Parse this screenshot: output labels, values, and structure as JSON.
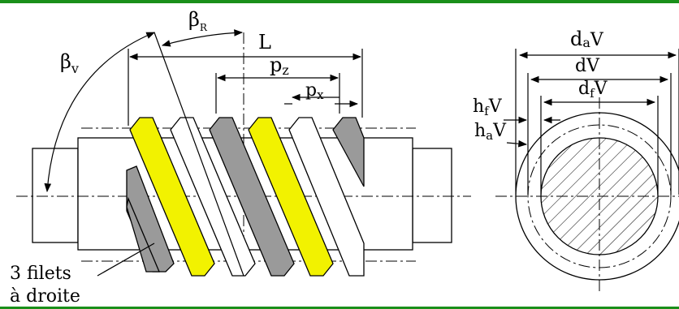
{
  "labels": {
    "beta_v": "β",
    "beta_v_sub": "v",
    "beta_r": "β",
    "beta_r_sub": "R",
    "L": "L",
    "pz": "p",
    "pz_sub": "z",
    "px": "p",
    "px_sub": "x",
    "caption_line1": "3 filets",
    "caption_line2": "à droite",
    "dav_d": "d",
    "dav_sub": "a",
    "dav_v": "V",
    "dv": "dV",
    "dfv_d": "d",
    "dfv_sub": "f",
    "dfv_v": "V",
    "hfv_h": "h",
    "hfv_sub": "f",
    "hfv_v": "V",
    "hav_h": "h",
    "hav_sub": "a",
    "hav_v": "V"
  },
  "colors": {
    "top_bar": "#1a8f1a",
    "thread_yellow": "#f2f200",
    "thread_gray": "#9a9a9a",
    "outline": "#000000",
    "bottom_rule": "#1a8f1a"
  }
}
